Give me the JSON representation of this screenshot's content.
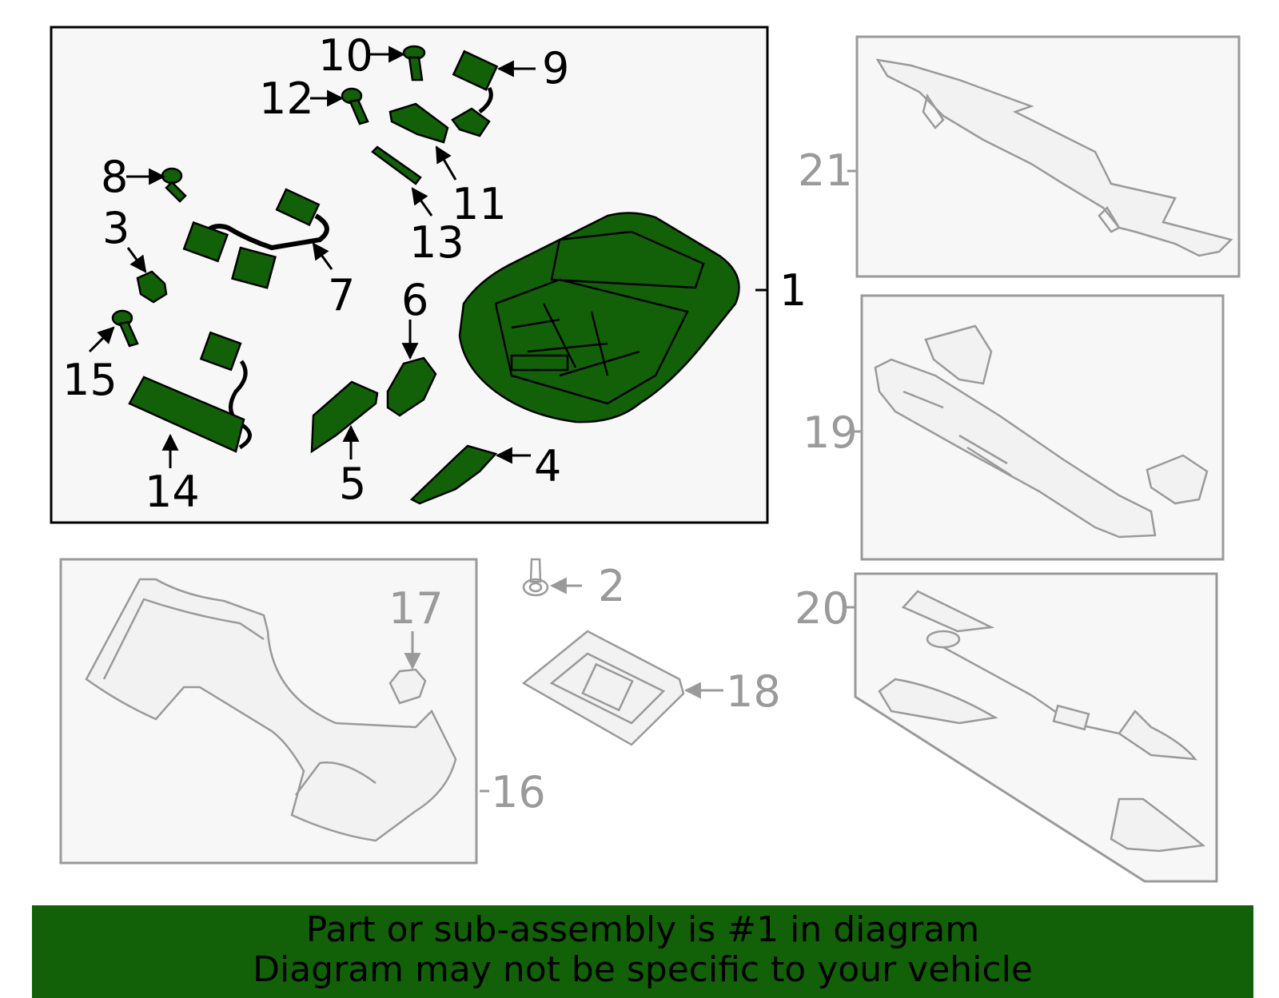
{
  "colors": {
    "highlight": "#126109",
    "inactive": "#9a9a9a",
    "panel_bg": "#f7f7f7"
  },
  "callouts": {
    "n1": "1",
    "n2": "2",
    "n3": "3",
    "n4": "4",
    "n5": "5",
    "n6": "6",
    "n7": "7",
    "n8": "8",
    "n9": "9",
    "n10": "10",
    "n11": "11",
    "n12": "12",
    "n13": "13",
    "n14": "14",
    "n15": "15",
    "n16": "16",
    "n17": "17",
    "n18": "18",
    "n19": "19",
    "n20": "20",
    "n21": "21"
  },
  "banner": {
    "line1": "Part or sub-assembly is #1 in diagram",
    "line2": "Diagram may not be specific to your vehicle"
  }
}
